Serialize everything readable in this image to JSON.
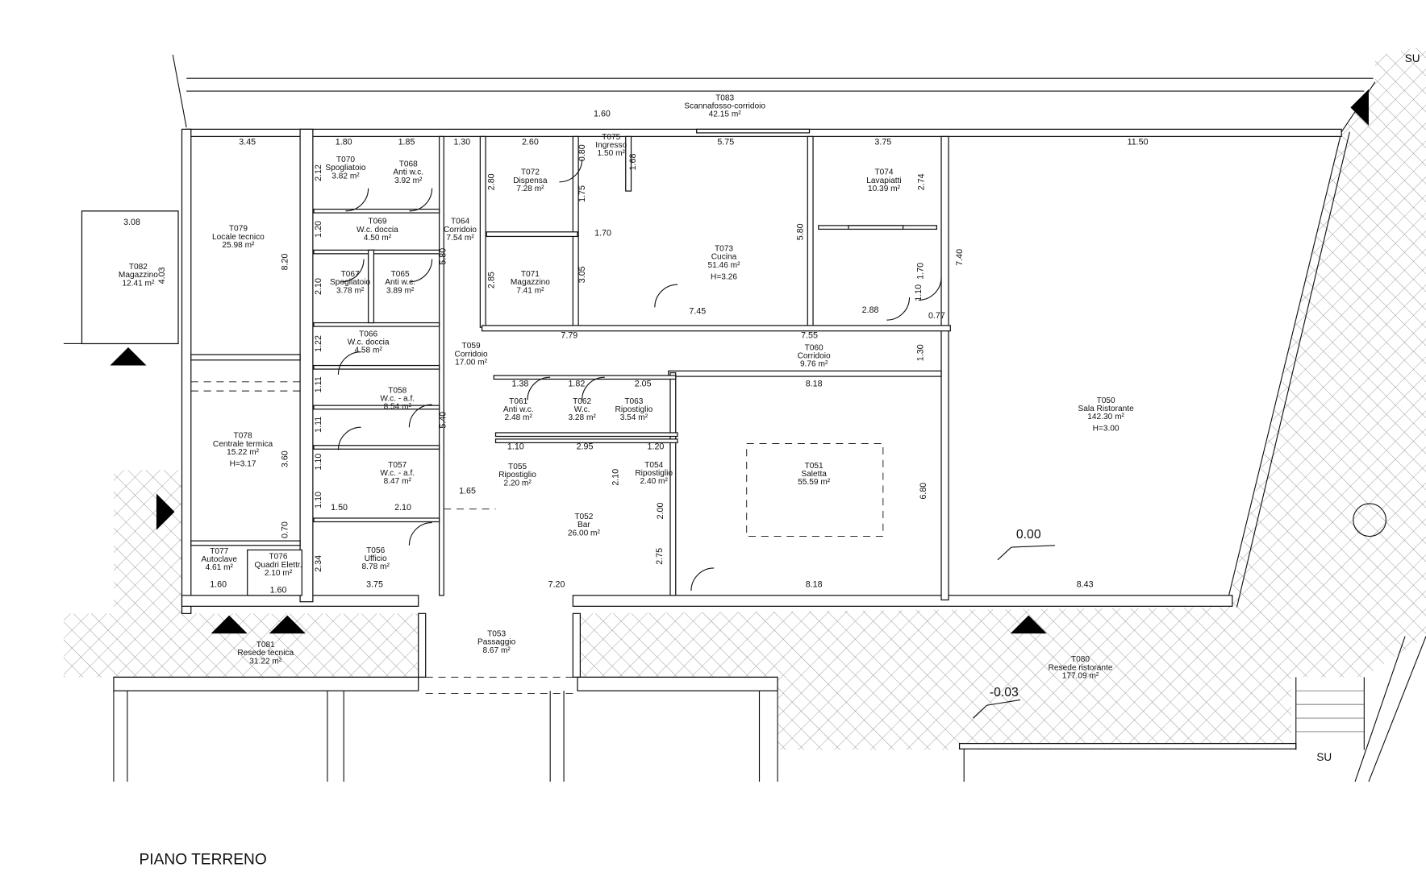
{
  "title": "PIANO TERRENO",
  "rooms": [
    {
      "code": "T083",
      "name": "Scannafosso-corridoio",
      "area": "42.15 m²"
    },
    {
      "code": "T070",
      "name": "Spogliatoio",
      "area": "3.82 m²"
    },
    {
      "code": "T068",
      "name": "Anti w.c.",
      "area": "3.92 m²"
    },
    {
      "code": "T069",
      "name": "W.c. doccia",
      "area": "4.50 m²"
    },
    {
      "code": "T064",
      "name": "Corridoio",
      "area": "7.54 m²"
    },
    {
      "code": "T067",
      "name": "Spogliatoio",
      "area": "3.78 m²"
    },
    {
      "code": "T065",
      "name": "Anti w.c.",
      "area": "3.89 m²"
    },
    {
      "code": "T066",
      "name": "W.c. doccia",
      "area": "4.58 m²"
    },
    {
      "code": "T059",
      "name": "Corridoio",
      "area": "17.00 m²"
    },
    {
      "code": "T058",
      "name": "W.c. - a.f.",
      "area": "8.54 m²"
    },
    {
      "code": "T057",
      "name": "W.c. - a.f.",
      "area": "8.47 m²"
    },
    {
      "code": "T056",
      "name": "Ufficio",
      "area": "8.78 m²"
    },
    {
      "code": "T079",
      "name": "Locale tecnico",
      "area": "25.98 m²"
    },
    {
      "code": "T082",
      "name": "Magazzino",
      "area": "12.41 m²"
    },
    {
      "code": "T078",
      "name": "Centrale termica",
      "area": "15.22 m²",
      "height": "H=3.17"
    },
    {
      "code": "T077",
      "name": "Autoclave",
      "area": "4.61 m²"
    },
    {
      "code": "T076",
      "name": "Quadri Elettr.",
      "area": "2.10 m²"
    },
    {
      "code": "T081",
      "name": "Resede tecnica",
      "area": "31.22 m²"
    },
    {
      "code": "T072",
      "name": "Dispensa",
      "area": "7.28 m²"
    },
    {
      "code": "T075",
      "name": "Ingresso",
      "area": "1.50 m²"
    },
    {
      "code": "T071",
      "name": "Magazzino",
      "area": "7.41 m²"
    },
    {
      "code": "T073",
      "name": "Cucina",
      "area": "51.46 m²",
      "height": "H=3.26"
    },
    {
      "code": "T074",
      "name": "Lavapiatti",
      "area": "10.39 m²"
    },
    {
      "code": "T060",
      "name": "Corridoio",
      "area": "9.76 m²"
    },
    {
      "code": "T061",
      "name": "Anti w.c.",
      "area": "2.48 m²"
    },
    {
      "code": "T062",
      "name": "W.c.",
      "area": "3.28 m²"
    },
    {
      "code": "T063",
      "name": "Ripostiglio",
      "area": "3.54 m²"
    },
    {
      "code": "T055",
      "name": "Ripostiglio",
      "area": "2.20 m²"
    },
    {
      "code": "T054",
      "name": "Ripostiglio",
      "area": "2.40 m²"
    },
    {
      "code": "T052",
      "name": "Bar",
      "area": "26.00 m²"
    },
    {
      "code": "T051",
      "name": "Saletta",
      "area": "55.59 m²"
    },
    {
      "code": "T050",
      "name": "Sala Ristorante",
      "area": "142.30 m²",
      "height": "H=3.00"
    },
    {
      "code": "T053",
      "name": "Passaggio",
      "area": "8.67 m²"
    },
    {
      "code": "T080",
      "name": "Resede ristorante",
      "area": "177.09 m²"
    }
  ],
  "dimensions": [
    "1.60",
    "3.45",
    "1.80",
    "1.85",
    "1.30",
    "2.60",
    "5.75",
    "3.75",
    "11.50",
    "3.08",
    "4.03",
    "8.20",
    "2.12",
    "1.20",
    "2.10",
    "1.22",
    "1.11",
    "1.11",
    "1.10",
    "1.10",
    "2.34",
    "3.60",
    "0.70",
    "5.80",
    "5.40",
    "2.80",
    "2.85",
    "0.80",
    "1.75",
    "1.68",
    "3.05",
    "1.70",
    "5.80",
    "2.74",
    "7.40",
    "1.70",
    "1.10",
    "0.77",
    "1.30",
    "7.45",
    "2.88",
    "7.79",
    "7.55",
    "8.18",
    "1.38",
    "1.82",
    "2.05",
    "1.10",
    "2.95",
    "1.20",
    "2.10",
    "2.00",
    "1.65",
    "1.50",
    "2.10",
    "2.75",
    "6.80",
    "3.75",
    "7.20",
    "8.18",
    "8.43",
    "1.60",
    "1.60"
  ],
  "levels": [
    "0.00",
    "-0.03"
  ],
  "stairs": [
    "SU",
    "SU"
  ]
}
